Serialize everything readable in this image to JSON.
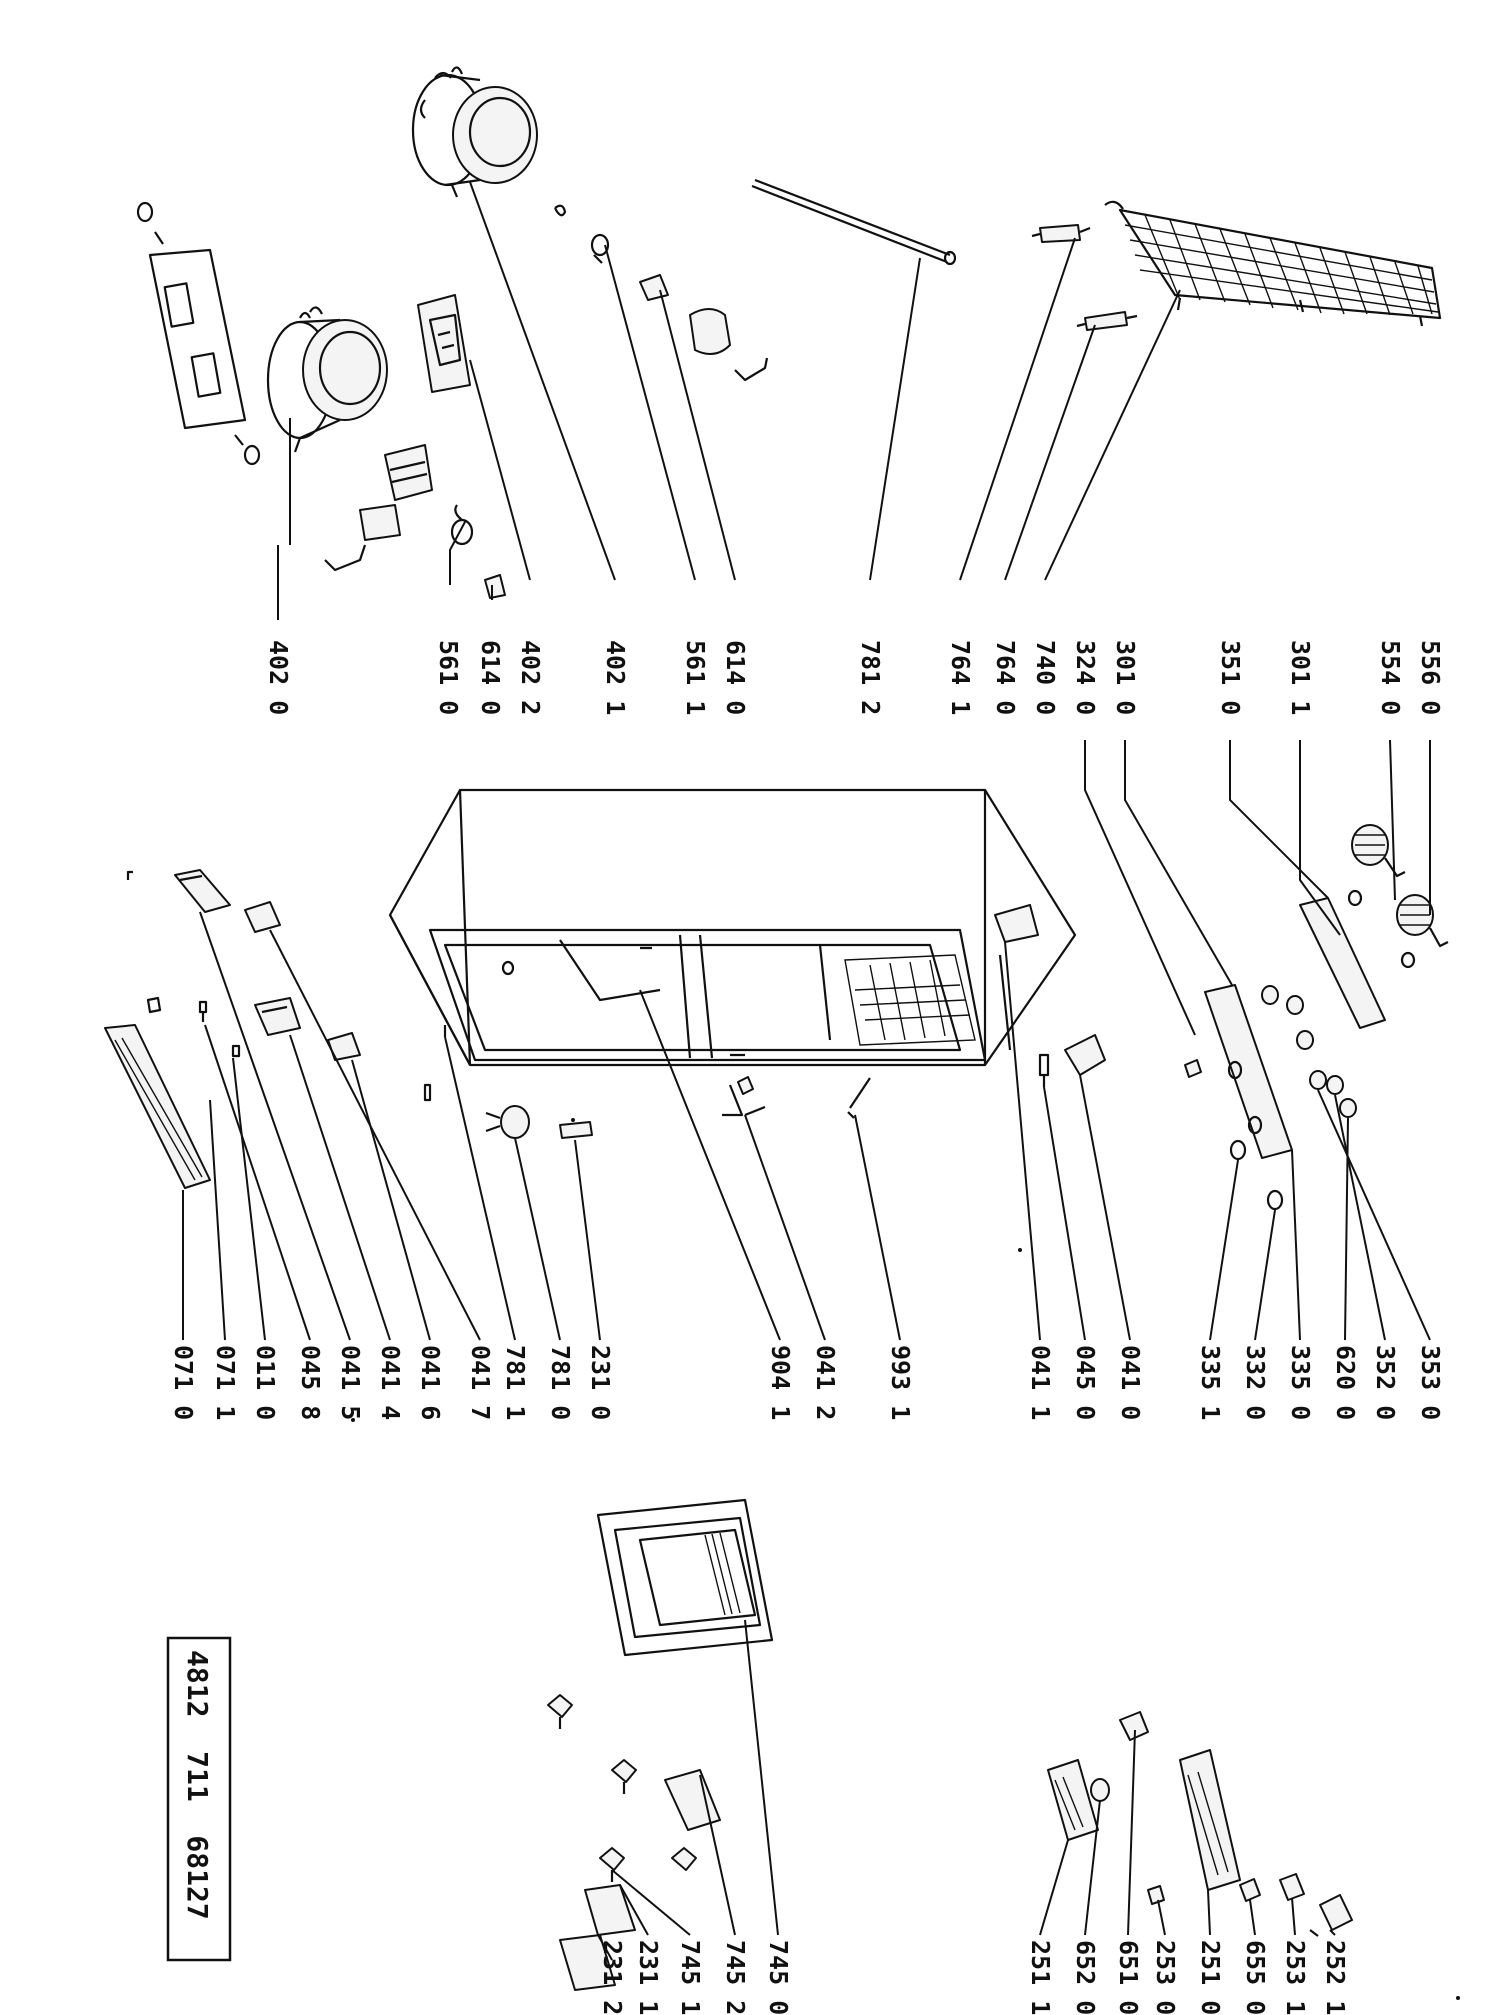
{
  "document": {
    "code": "4812  711  68127"
  },
  "callouts": [
    {
      "id": "c0",
      "text": "402 0"
    },
    {
      "id": "c1",
      "text": "561 0"
    },
    {
      "id": "c2",
      "text": "614 0"
    },
    {
      "id": "c3",
      "text": "402 2"
    },
    {
      "id": "c4",
      "text": "402 1"
    },
    {
      "id": "c5",
      "text": "561 1"
    },
    {
      "id": "c6",
      "text": "614 0"
    },
    {
      "id": "c7",
      "text": "781 2"
    },
    {
      "id": "c8",
      "text": "764 1"
    },
    {
      "id": "c9",
      "text": "764 0"
    },
    {
      "id": "c10",
      "text": "740 0"
    },
    {
      "id": "c11",
      "text": "324 0"
    },
    {
      "id": "c12",
      "text": "301 0"
    },
    {
      "id": "c13",
      "text": "351 0"
    },
    {
      "id": "c14",
      "text": "301 1"
    },
    {
      "id": "c15",
      "text": "554 0"
    },
    {
      "id": "c16",
      "text": "556 0"
    },
    {
      "id": "c17",
      "text": "071 0"
    },
    {
      "id": "c18",
      "text": "071 1"
    },
    {
      "id": "c19",
      "text": "011 0"
    },
    {
      "id": "c20",
      "text": "045 8"
    },
    {
      "id": "c21",
      "text": "041 5"
    },
    {
      "id": "c22",
      "text": "041 4"
    },
    {
      "id": "c23",
      "text": "041 6"
    },
    {
      "id": "c24",
      "text": "041 7"
    },
    {
      "id": "c25",
      "text": "781 1"
    },
    {
      "id": "c26",
      "text": "781 0"
    },
    {
      "id": "c27",
      "text": "231 0"
    },
    {
      "id": "c28",
      "text": "904 1"
    },
    {
      "id": "c29",
      "text": "041 2"
    },
    {
      "id": "c30",
      "text": "993 1"
    },
    {
      "id": "c31",
      "text": "041 1"
    },
    {
      "id": "c32",
      "text": "045 0"
    },
    {
      "id": "c33",
      "text": "041 0"
    },
    {
      "id": "c34",
      "text": "335 1"
    },
    {
      "id": "c35",
      "text": "332 0"
    },
    {
      "id": "c36",
      "text": "335 0"
    },
    {
      "id": "c37",
      "text": "620 0"
    },
    {
      "id": "c38",
      "text": "352 0"
    },
    {
      "id": "c39",
      "text": "353 0"
    },
    {
      "id": "c40",
      "text": "231 2"
    },
    {
      "id": "c41",
      "text": "231 1"
    },
    {
      "id": "c42",
      "text": "745 1"
    },
    {
      "id": "c43",
      "text": "745 2"
    },
    {
      "id": "c44",
      "text": "745 0"
    },
    {
      "id": "c45",
      "text": "251 1"
    },
    {
      "id": "c46",
      "text": "652 0"
    },
    {
      "id": "c47",
      "text": "651 0"
    },
    {
      "id": "c48",
      "text": "253 0"
    },
    {
      "id": "c49",
      "text": "251 0"
    },
    {
      "id": "c50",
      "text": "655 0"
    },
    {
      "id": "c51",
      "text": "253 1"
    },
    {
      "id": "c52",
      "text": "252 1"
    }
  ]
}
